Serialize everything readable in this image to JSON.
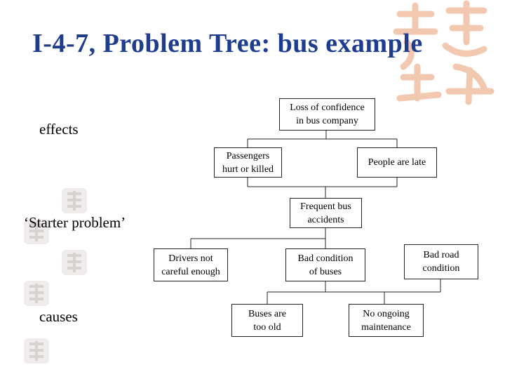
{
  "slide": {
    "title": "I-4-7, Problem Tree: bus example",
    "labels": {
      "effects": "effects",
      "starter": "‘Starter problem’",
      "causes": "causes"
    }
  },
  "nodes": {
    "loss_confidence": "Loss of confidence\nin bus company",
    "passengers_hurt": "Passengers\nhurt or killed",
    "people_late": "People are late",
    "frequent_accidents": "Frequent bus\naccidents",
    "drivers_careless": "Drivers not\ncareful enough",
    "bad_condition_buses": "Bad condition\nof buses",
    "bad_road": "Bad road\ncondition",
    "buses_old": "Buses are\ntoo old",
    "no_maintenance": "No ongoing\nmaintenance"
  },
  "colors": {
    "title": "#1f3d8f",
    "decoration": "#f2c9b0"
  }
}
